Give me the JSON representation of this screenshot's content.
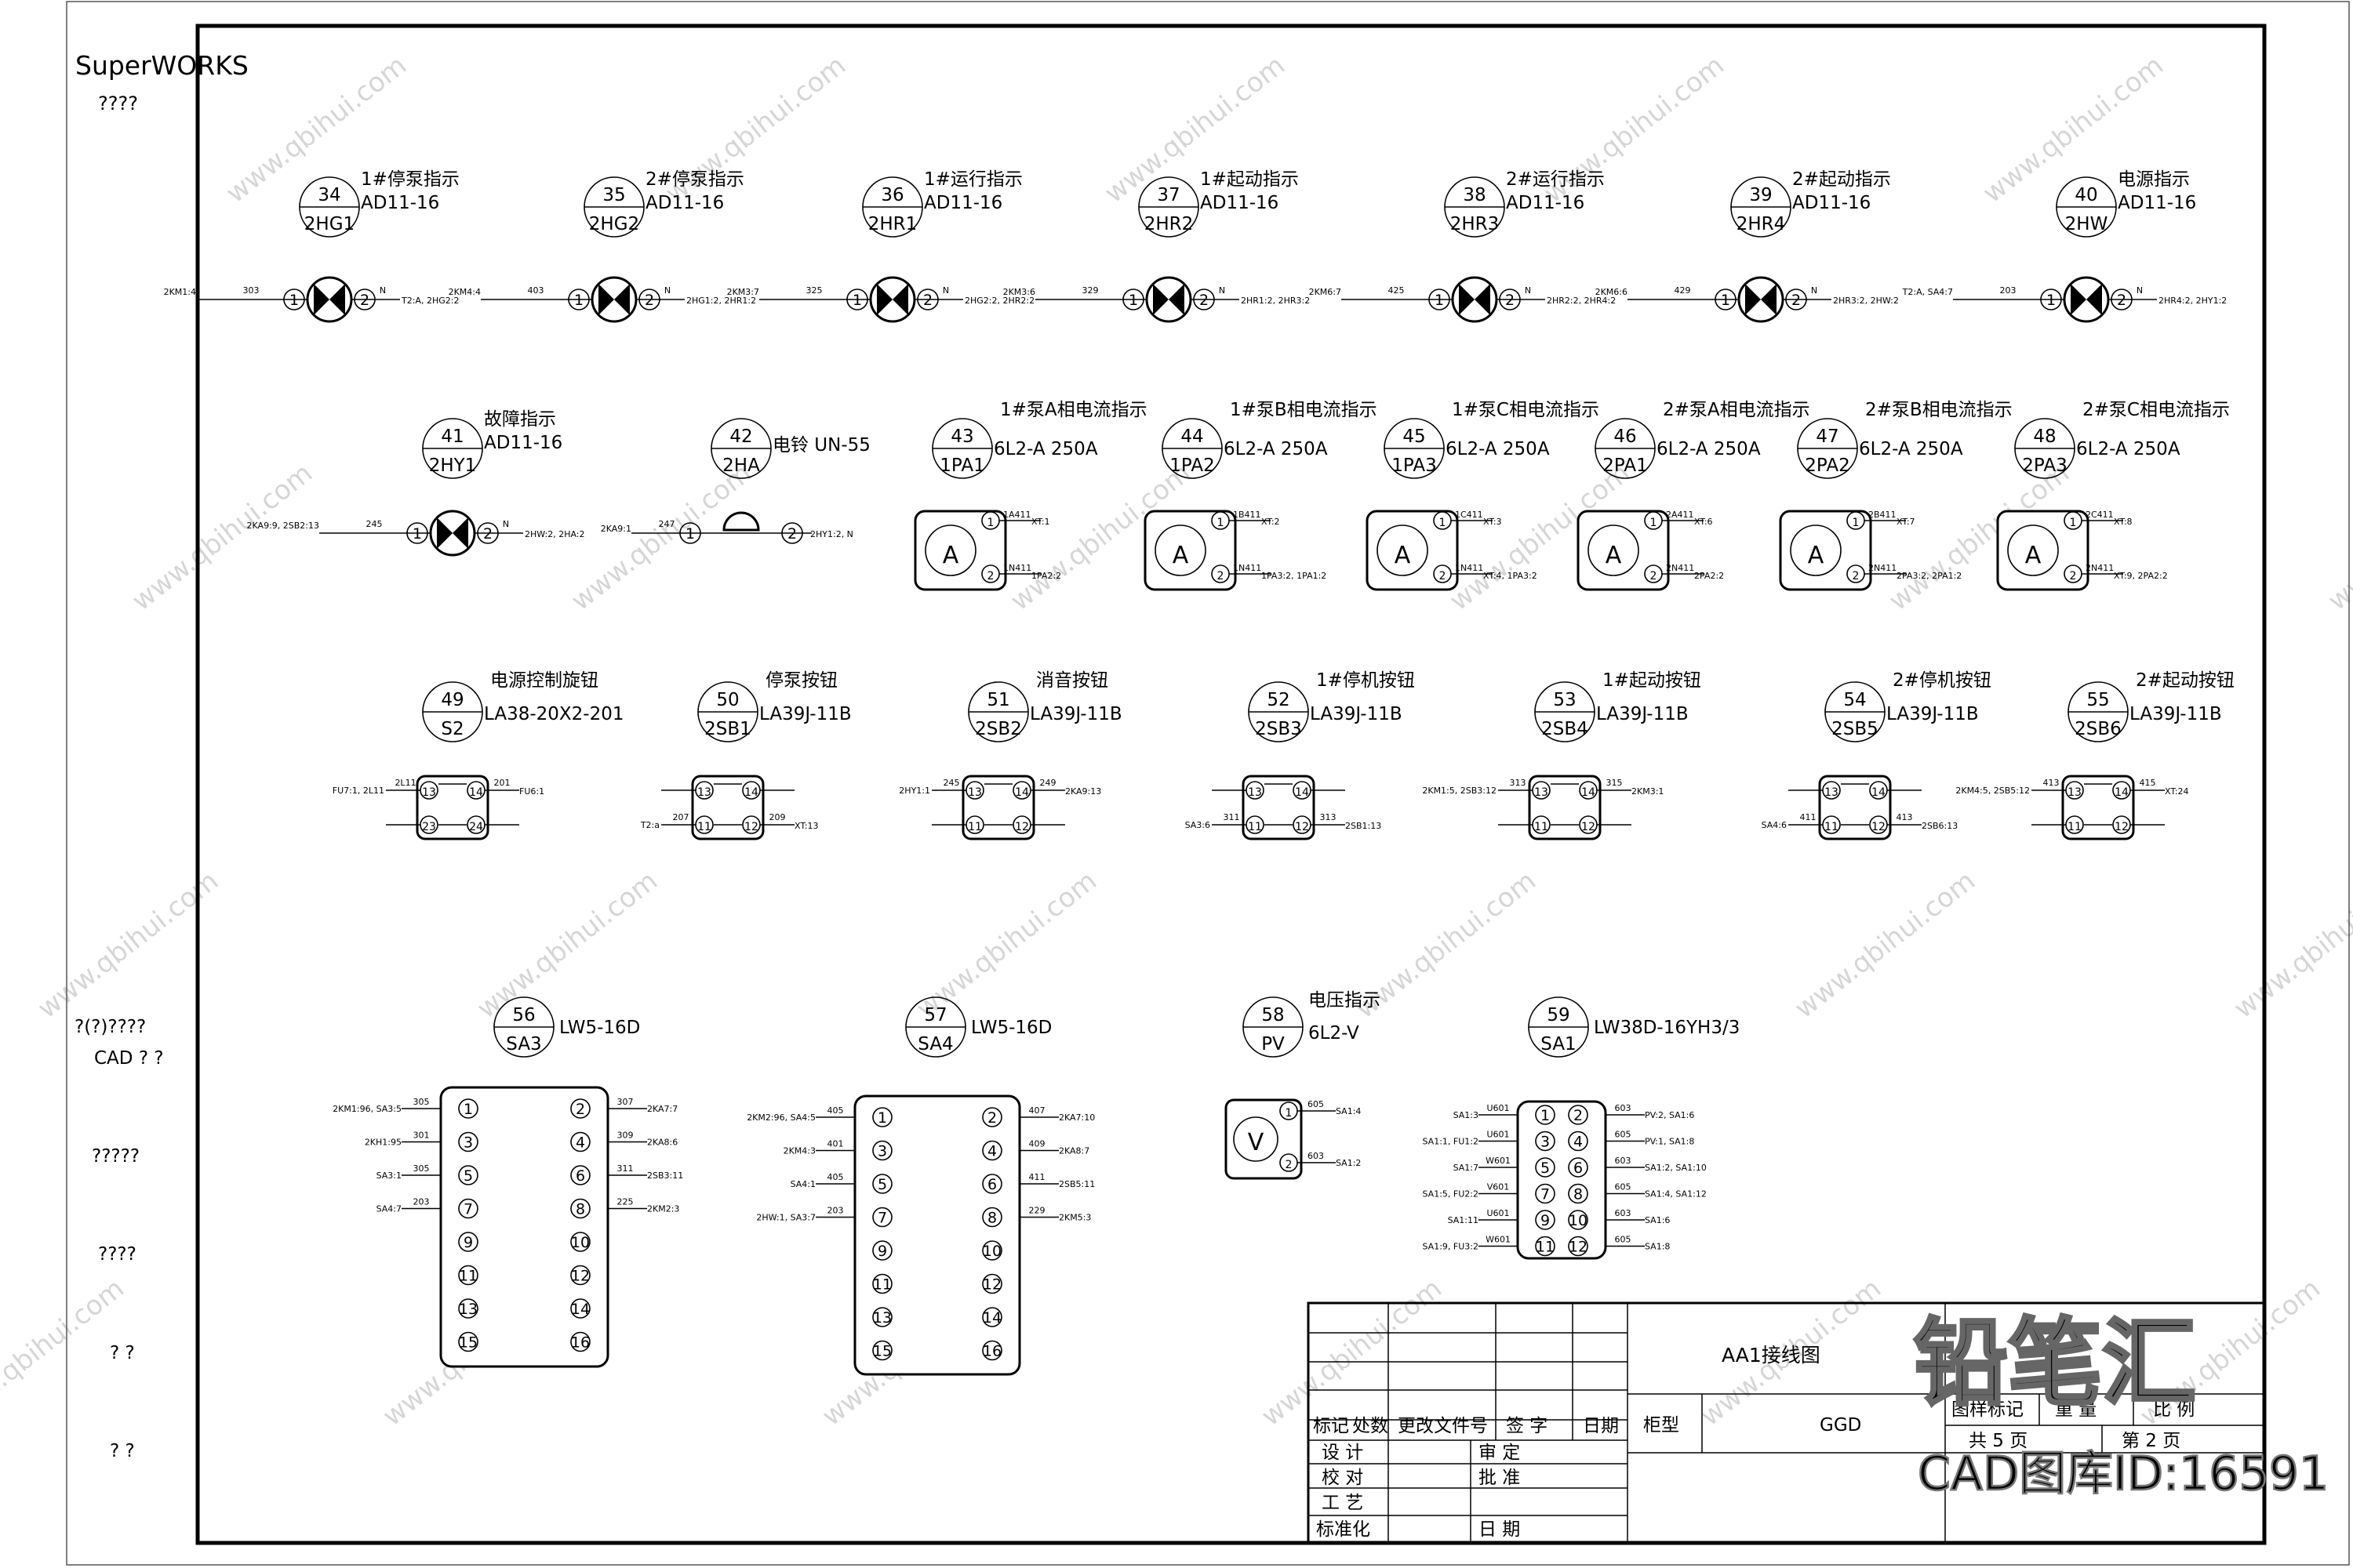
{
  "sidebar": {
    "brand": "SuperWORKS",
    "brand_sub": "????",
    "labels": [
      "?(?)????",
      "CAD ? ?",
      "?????",
      "????",
      "? ?",
      "? ?"
    ]
  },
  "watermark": {
    "site": "www.qbihui.com",
    "brand": "铅笔汇",
    "id": "CAD图库ID:16591"
  },
  "lamps": [
    {
      "num": "34",
      "code": "2HG1",
      "title": "1#停泵指示",
      "model": "AD11-16",
      "left": "2KM1:4",
      "lw": "303",
      "right": "T2:A, 2HG2:2",
      "rw": "N"
    },
    {
      "num": "35",
      "code": "2HG2",
      "title": "2#停泵指示",
      "model": "AD11-16",
      "left": "2KM4:4",
      "lw": "403",
      "right": "2HG1:2, 2HR1:2",
      "rw": "N"
    },
    {
      "num": "36",
      "code": "2HR1",
      "title": "1#运行指示",
      "model": "AD11-16",
      "left": "2KM3:7",
      "lw": "325",
      "right": "2HG2:2, 2HR2:2",
      "rw": "N"
    },
    {
      "num": "37",
      "code": "2HR2",
      "title": "1#起动指示",
      "model": "AD11-16",
      "left": "2KM3:6",
      "lw": "329",
      "right": "2HR1:2, 2HR3:2",
      "rw": "N"
    },
    {
      "num": "38",
      "code": "2HR3",
      "title": "2#运行指示",
      "model": "AD11-16",
      "left": "2KM6:7",
      "lw": "425",
      "right": "2HR2:2, 2HR4:2",
      "rw": "N"
    },
    {
      "num": "39",
      "code": "2HR4",
      "title": "2#起动指示",
      "model": "AD11-16",
      "left": "2KM6:6",
      "lw": "429",
      "right": "2HR3:2, 2HW:2",
      "rw": "N"
    },
    {
      "num": "40",
      "code": "2HW",
      "title": "电源指示",
      "model": "AD11-16",
      "left": "T2:A, SA4:7",
      "lw": "203",
      "right": "2HR4:2, 2HY1:2",
      "rw": "N"
    }
  ],
  "fault_lamp": {
    "num": "41",
    "code": "2HY1",
    "title": "故障指示",
    "model": "AD11-16",
    "left": "2KA9:9, 2SB2:13",
    "lw": "245",
    "right": "2HW:2, 2HA:2",
    "rw": "N"
  },
  "bell": {
    "num": "42",
    "code": "2HA",
    "title": "电铃 UN-55",
    "left": "2KA9:1",
    "lw": "247",
    "right": "2HY1:2, N",
    "rw": "N"
  },
  "ammeters": [
    {
      "num": "43",
      "code": "1PA1",
      "title": "1#泵A相电流指示",
      "model": "6L2-A 250A",
      "w1": "1A411",
      "t1": "XT:1",
      "w2": "1N411",
      "t2": "1PA2:2"
    },
    {
      "num": "44",
      "code": "1PA2",
      "title": "1#泵B相电流指示",
      "model": "6L2-A 250A",
      "w1": "1B411",
      "t1": "XT:2",
      "w2": "1N411",
      "t2": "1PA3:2, 1PA1:2"
    },
    {
      "num": "45",
      "code": "1PA3",
      "title": "1#泵C相电流指示",
      "model": "6L2-A 250A",
      "w1": "1C411",
      "t1": "XT:3",
      "w2": "1N411",
      "t2": "XT:4, 1PA3:2"
    },
    {
      "num": "46",
      "code": "2PA1",
      "title": "2#泵A相电流指示",
      "model": "6L2-A 250A",
      "w1": "2A411",
      "t1": "XT:6",
      "w2": "2N411",
      "t2": "2PA2:2"
    },
    {
      "num": "47",
      "code": "2PA2",
      "title": "2#泵B相电流指示",
      "model": "6L2-A 250A",
      "w1": "2B411",
      "t1": "XT:7",
      "w2": "2N411",
      "t2": "2PA3:2, 2PA1:2"
    },
    {
      "num": "48",
      "code": "2PA3",
      "title": "2#泵C相电流指示",
      "model": "6L2-A 250A",
      "w1": "2C411",
      "t1": "XT:8",
      "w2": "2N411",
      "t2": "XT:9, 2PA2:2"
    }
  ],
  "buttons": [
    {
      "num": "49",
      "code": "S2",
      "title": "电源控制旋钮",
      "model": "LA38-20X2-201",
      "l1": "FU7:1, 2L11",
      "lw1": "2L11",
      "r1": "FU6:1",
      "rw1": "201",
      "l2": "",
      "lw2": "",
      "r2": "",
      "rw2": "",
      "p": [
        "13",
        "14",
        "23",
        "24"
      ]
    },
    {
      "num": "50",
      "code": "2SB1",
      "title": "停泵按钮",
      "model": "LA39J-11B",
      "l1": "",
      "lw1": "",
      "r1": "",
      "rw1": "",
      "l2": "T2:a",
      "lw2": "207",
      "r2": "XT:13",
      "rw2": "209",
      "p": [
        "13",
        "14",
        "11",
        "12"
      ]
    },
    {
      "num": "51",
      "code": "2SB2",
      "title": "消音按钮",
      "model": "LA39J-11B",
      "l1": "2HY1:1",
      "lw1": "245",
      "r1": "2KA9:13",
      "rw1": "249",
      "l2": "",
      "lw2": "",
      "r2": "",
      "rw2": "",
      "p": [
        "13",
        "14",
        "11",
        "12"
      ]
    },
    {
      "num": "52",
      "code": "2SB3",
      "title": "1#停机按钮",
      "model": "LA39J-11B",
      "l1": "",
      "lw1": "",
      "r1": "",
      "rw1": "",
      "l2": "SA3:6",
      "lw2": "311",
      "r2": "2SB1:13",
      "rw2": "313",
      "p": [
        "13",
        "14",
        "11",
        "12"
      ]
    },
    {
      "num": "53",
      "code": "2SB4",
      "title": "1#起动按钮",
      "model": "LA39J-11B",
      "l1": "2KM1:5, 2SB3:12",
      "lw1": "313",
      "r1": "2KM3:1",
      "rw1": "315",
      "l2": "",
      "lw2": "",
      "r2": "",
      "rw2": "",
      "p": [
        "13",
        "14",
        "11",
        "12"
      ]
    },
    {
      "num": "54",
      "code": "2SB5",
      "title": "2#停机按钮",
      "model": "LA39J-11B",
      "l1": "",
      "lw1": "",
      "r1": "",
      "rw1": "",
      "l2": "SA4:6",
      "lw2": "411",
      "r2": "2SB6:13",
      "rw2": "413",
      "p": [
        "13",
        "14",
        "11",
        "12"
      ]
    },
    {
      "num": "55",
      "code": "2SB6",
      "title": "2#起动按钮",
      "model": "LA39J-11B",
      "l1": "2KM4:5, 2SB5:12",
      "lw1": "413",
      "r1": "XT:24",
      "rw1": "415",
      "l2": "",
      "lw2": "",
      "r2": "",
      "rw2": "",
      "p": [
        "13",
        "14",
        "11",
        "12"
      ]
    }
  ],
  "switches": [
    {
      "num": "56",
      "code": "SA3",
      "model": "LW5-16D",
      "left": [
        [
          "2KM1:96, SA3:5",
          "305"
        ],
        [
          "2KH1:95",
          "301"
        ],
        [
          "SA3:1",
          "305"
        ],
        [
          "SA4:7",
          "203"
        ]
      ],
      "right": [
        [
          "2KA7:7",
          "307"
        ],
        [
          "2KA8:6",
          "309"
        ],
        [
          "2SB3:11",
          "311"
        ],
        [
          "2KM2:3",
          "225"
        ]
      ],
      "pins": [
        "1",
        "2",
        "3",
        "4",
        "5",
        "6",
        "7",
        "8",
        "9",
        "10",
        "11",
        "12",
        "13",
        "14",
        "15",
        "16"
      ]
    },
    {
      "num": "57",
      "code": "SA4",
      "model": "LW5-16D",
      "left": [
        [
          "2KM2:96, SA4:5",
          "405"
        ],
        [
          "2KM4:3",
          "401"
        ],
        [
          "SA4:1",
          "405"
        ],
        [
          "2HW:1, SA3:7",
          "203"
        ]
      ],
      "right": [
        [
          "2KA7:10",
          "407"
        ],
        [
          "2KA8:7",
          "409"
        ],
        [
          "2SB5:11",
          "411"
        ],
        [
          "2KM5:3",
          "229"
        ]
      ],
      "pins": [
        "1",
        "2",
        "3",
        "4",
        "5",
        "6",
        "7",
        "8",
        "9",
        "10",
        "11",
        "12",
        "13",
        "14",
        "15",
        "16"
      ]
    }
  ],
  "voltmeter": {
    "num": "58",
    "code": "PV",
    "title": "电压指示",
    "model": "6L2-V",
    "w1": "605",
    "t1": "SA1:4",
    "w2": "603",
    "t2": "SA1:2"
  },
  "selector": {
    "num": "59",
    "code": "SA1",
    "model": "LW38D-16YH3/3",
    "left": [
      [
        "SA1:3",
        "U601"
      ],
      [
        "SA1:1, FU1:2",
        "U601"
      ],
      [
        "SA1:7",
        "W601"
      ],
      [
        "SA1:5, FU2:2",
        "V601"
      ],
      [
        "SA1:11",
        "U601"
      ],
      [
        "SA1:9, FU3:2",
        "W601"
      ]
    ],
    "right": [
      [
        "PV:2, SA1:6",
        "603"
      ],
      [
        "PV:1, SA1:8",
        "605"
      ],
      [
        "SA1:2, SA1:10",
        "603"
      ],
      [
        "SA1:4, SA1:12",
        "605"
      ],
      [
        "SA1:6",
        "603"
      ],
      [
        "SA1:8",
        "605"
      ]
    ],
    "pins": [
      "1",
      "2",
      "3",
      "4",
      "5",
      "6",
      "7",
      "8",
      "9",
      "10",
      "11",
      "12"
    ]
  },
  "title_block": {
    "drawing_title": "AA1接线图",
    "header_row": [
      "标记",
      "处数",
      "更改文件号",
      "签 字",
      "日期"
    ],
    "roles_left": [
      "设 计",
      "校 对",
      "工 艺",
      "标准化"
    ],
    "roles_right": [
      "审 定",
      "批 准",
      "",
      "日 期"
    ],
    "cabinet_label": "柜型",
    "cabinet_value": "GGD",
    "right_row": [
      "图样标记",
      "重 量",
      "比 例"
    ],
    "sheet": "共 5 页",
    "page": "第 2 页"
  }
}
